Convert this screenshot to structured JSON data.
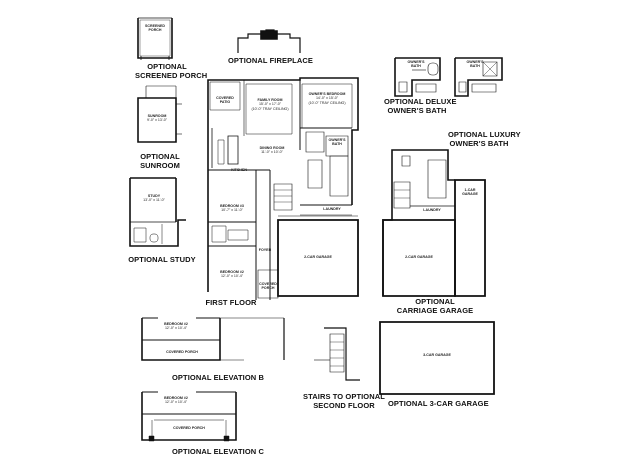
{
  "captions": {
    "optional_screened_porch": [
      "OPTIONAL",
      "SCREENED PORCH"
    ],
    "optional_fireplace": "OPTIONAL FIREPLACE",
    "optional_deluxe_bath": [
      "OPTIONAL DELUXE",
      "OWNER'S BATH"
    ],
    "optional_luxury_bath": [
      "OPTIONAL LUXURY",
      "OWNER'S BATH"
    ],
    "optional_sunroom": [
      "OPTIONAL",
      "SUNROOM"
    ],
    "optional_study": "OPTIONAL STUDY",
    "first_floor": "FIRST FLOOR",
    "optional_carriage_garage": [
      "OPTIONAL",
      "CARRIAGE GARAGE"
    ],
    "optional_elevation_b": "OPTIONAL ELEVATION B",
    "stairs_second_floor": [
      "STAIRS TO OPTIONAL",
      "SECOND FLOOR"
    ],
    "optional_3car_garage": "OPTIONAL 3-CAR GARAGE",
    "optional_elevation_c": "OPTIONAL ELEVATION C"
  },
  "rooms": {
    "screened_porch": [
      "SCREENED",
      "PORCH"
    ],
    "sunroom": {
      "name": "SUNROOM",
      "size": "9'-0\" x 13'-0\""
    },
    "study": {
      "name": "STUDY",
      "size": "13'-0\" x 11'-0\""
    },
    "covered_patio": [
      "COVERED",
      "PATIO"
    ],
    "family_room": {
      "name": "FAMILY ROOM",
      "size": "15'-0\" x 17'-0\"",
      "note": "(10'-0\" TRAY CEILING)"
    },
    "owners_bedroom": {
      "name": "OWNER'S BEDROOM",
      "size": "14'-0\" x 15'-0\"",
      "note": "(10'-0\" TRAY CEILING)"
    },
    "owners_bath": [
      "OWNER'S",
      "BATH"
    ],
    "dining_room": {
      "name": "DINING ROOM",
      "size": "11'-0\" x 10'-0\""
    },
    "kitchen": "KITCHEN",
    "laundry": "LAUNDRY",
    "bedroom3": {
      "name": "BEDROOM #3",
      "size": "10'-7\" x 11'-0\""
    },
    "bedroom2": {
      "name": "BEDROOM #2",
      "size": "12'-0\" x 10'-4\""
    },
    "foyer": "FOYER",
    "covered_porch": [
      "COVERED",
      "PORCH"
    ],
    "two_car_garage": "2-CAR GARAGE",
    "two_car_garage_alt": "2-CAR GARAGE",
    "one_car_garage": [
      "1-CAR",
      "GARAGE"
    ],
    "laundry_alt": "LAUNDRY",
    "three_car_garage": "3-CAR GARAGE",
    "elev_b_bedroom": {
      "name": "BEDROOM #2",
      "size": "12'-0\" x 10'-4\""
    },
    "elev_b_porch": "COVERED PORCH",
    "elev_c_bedroom": {
      "name": "BEDROOM #2",
      "size": "12'-0\" x 10'-4\""
    },
    "elev_c_porch": "COVERED PORCH",
    "deluxe_bath": [
      "OWNER'S",
      "BATH"
    ],
    "luxury_bath": [
      "OWNER'S",
      "BATH"
    ]
  }
}
